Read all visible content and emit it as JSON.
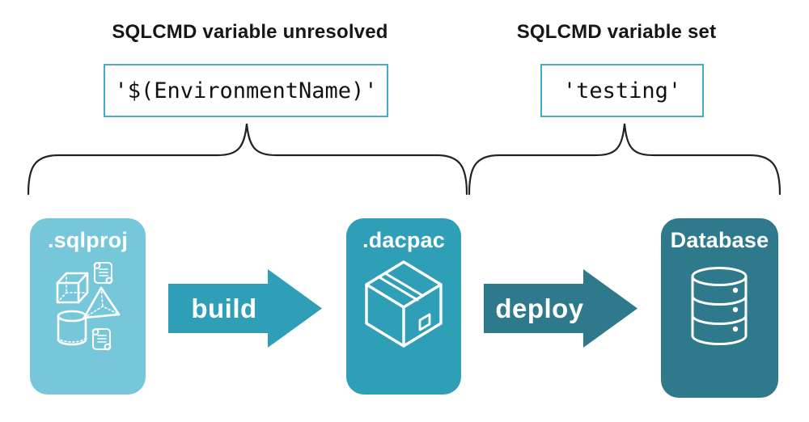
{
  "diagram": {
    "unresolved": {
      "title": "SQLCMD variable unresolved",
      "code": "'$(EnvironmentName)'"
    },
    "resolved": {
      "title": "SQLCMD variable set",
      "code": "'testing'"
    },
    "pipeline": {
      "sqlproj_label": ".sqlproj",
      "build_label": "build",
      "dacpac_label": ".dacpac",
      "deploy_label": "deploy",
      "database_label": "Database"
    },
    "icons": {
      "sqlproj": "sql-objects-icon",
      "dacpac": "package-box-icon",
      "database": "database-cylinder-icon"
    },
    "colors": {
      "sqlproj_box": "#76c7d9",
      "dacpac_box_and_build_arrow": "#2f9fb7",
      "database_box_and_deploy_arrow": "#2e7a8c",
      "code_box_border": "#47abc8",
      "text": "#161616",
      "brace_stroke": "#222222",
      "icon_stroke": "#ffffff"
    }
  }
}
